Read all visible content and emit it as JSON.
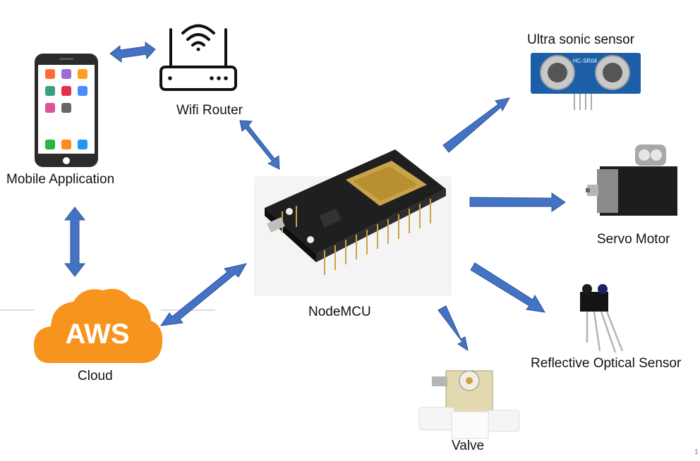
{
  "labels": {
    "mobile": "Mobile Application",
    "router": "Wifi Router",
    "cloud": "Cloud",
    "cloud_logo": "AWS",
    "nodemcu": "NodeMCU",
    "ultrasonic": "Ultra sonic sensor",
    "ultrasonic_print": "HC-SR04",
    "servo": "Servo Motor",
    "optical": "Reflective Optical Sensor",
    "valve": "Valve"
  },
  "page_number": "1",
  "colors": {
    "arrow": "#4472c4",
    "aws_orange": "#f7941d",
    "sensor_blue": "#1c5ea8",
    "phone_body": "#2b2b2b"
  },
  "connections": [
    {
      "from": "mobile",
      "to": "router",
      "direction": "both"
    },
    {
      "from": "router",
      "to": "nodemcu",
      "direction": "both"
    },
    {
      "from": "mobile",
      "to": "cloud",
      "direction": "both"
    },
    {
      "from": "cloud",
      "to": "nodemcu",
      "direction": "both"
    },
    {
      "from": "nodemcu",
      "to": "ultrasonic",
      "direction": "to"
    },
    {
      "from": "nodemcu",
      "to": "servo",
      "direction": "to"
    },
    {
      "from": "nodemcu",
      "to": "optical",
      "direction": "to"
    },
    {
      "from": "nodemcu",
      "to": "valve",
      "direction": "to"
    }
  ]
}
